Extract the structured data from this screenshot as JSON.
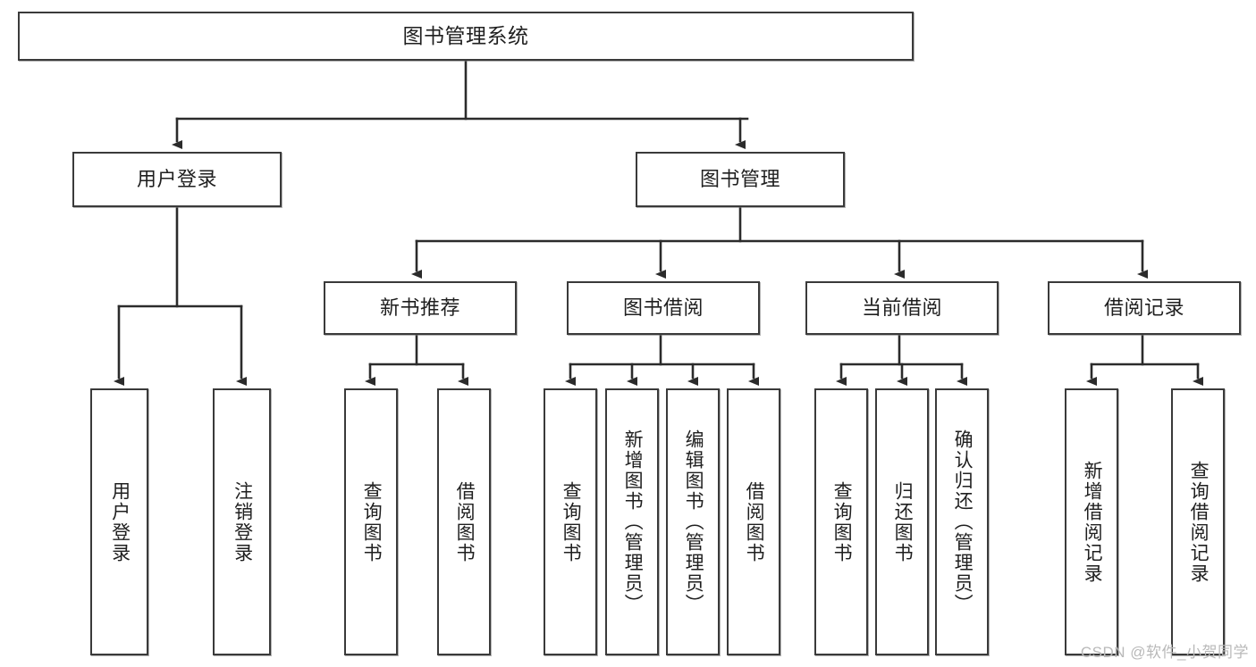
{
  "diagram": {
    "title": "图书管理系统",
    "type": "tree-hierarchy",
    "colors": {
      "background": "#ffffff",
      "box_border": "#3a3a3a",
      "box_fill": "#ffffff",
      "connector": "#2b2b2b",
      "watermark": "#b9b9b9"
    },
    "root": {
      "label": "图书管理系统"
    },
    "level2": [
      {
        "label": "用户登录"
      },
      {
        "label": "图书管理"
      }
    ],
    "level3": [
      {
        "label": "新书推荐"
      },
      {
        "label": "图书借阅"
      },
      {
        "label": "当前借阅"
      },
      {
        "label": "借阅记录"
      }
    ],
    "leaves": {
      "user_login": [
        {
          "label": "用户登录"
        },
        {
          "label": "注销登录"
        }
      ],
      "new_book_recommend": [
        {
          "label": "查询图书"
        },
        {
          "label": "借阅图书"
        }
      ],
      "book_borrow": [
        {
          "label": "查询图书"
        },
        {
          "label": "新增图书（管理员）"
        },
        {
          "label": "编辑图书（管理员）"
        },
        {
          "label": "借阅图书"
        }
      ],
      "current_borrow": [
        {
          "label": "查询图书"
        },
        {
          "label": "归还图书"
        },
        {
          "label": "确认归还（管理员）"
        }
      ],
      "borrow_record": [
        {
          "label": "新增借阅记录"
        },
        {
          "label": "查询借阅记录"
        }
      ]
    },
    "watermark": "CSDN @软件_小贺同学"
  }
}
